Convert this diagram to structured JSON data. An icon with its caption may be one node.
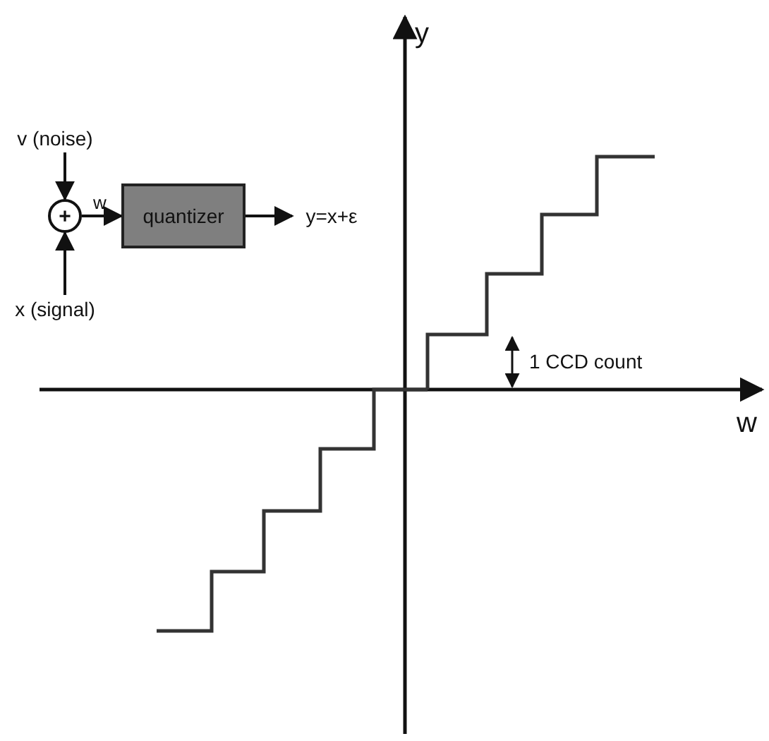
{
  "diagram": {
    "nodes": [
      {
        "text": [
          "v (noise)"
        ]
      },
      {
        "text": [
          "+"
        ]
      },
      {
        "text": [
          "x (signal)"
        ]
      },
      {
        "text": [
          "quantizer"
        ]
      },
      {
        "text": [
          "y=x+ε"
        ]
      }
    ],
    "edges": [
      {
        "from": 0,
        "to": 1,
        "arrow": "to"
      },
      {
        "from": 2,
        "to": 1,
        "arrow": "to"
      },
      {
        "from": 1,
        "to": 3,
        "arrow": "to",
        "label": "w"
      },
      {
        "from": 3,
        "to": 4,
        "arrow": "to"
      }
    ],
    "labels": [
      "y",
      "w",
      "1 CCD count"
    ]
  }
}
